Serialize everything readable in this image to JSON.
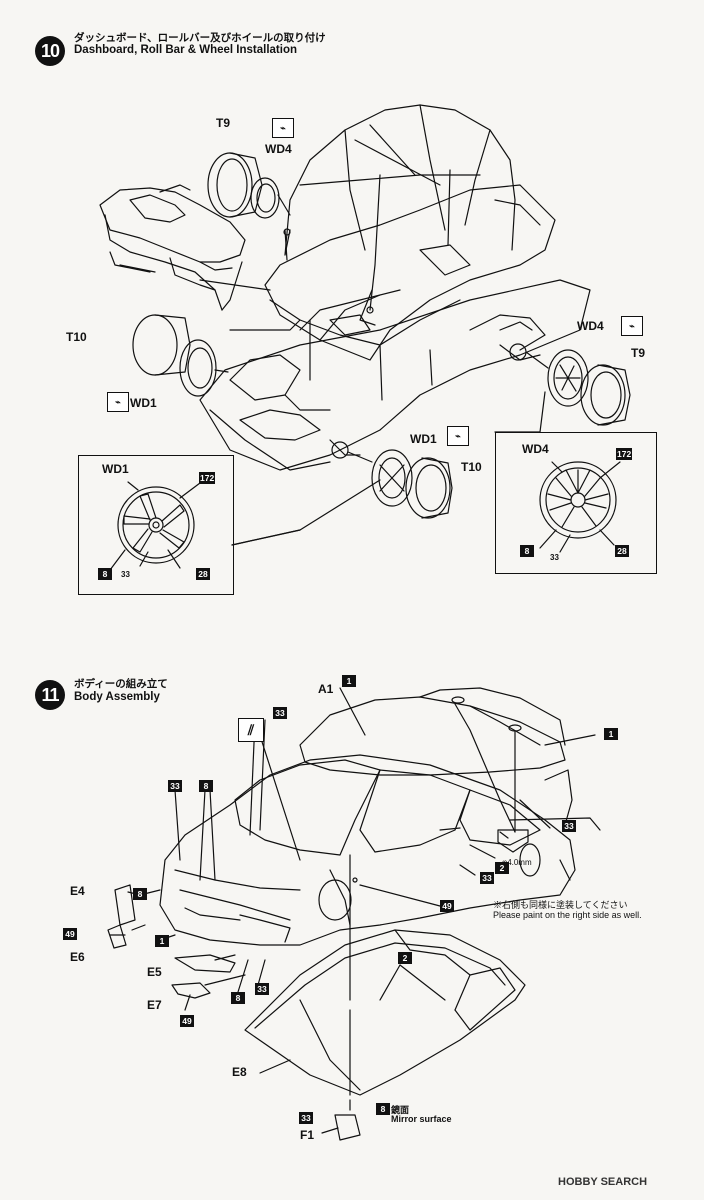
{
  "step10": {
    "number": "10",
    "title_jp": "ダッシュボード、ロールバー及びホイールの取り付け",
    "title_en": "Dashboard, Roll Bar & Wheel Installation",
    "labels": {
      "t9_top": "T9",
      "wd4_top": "WD4",
      "t10_left": "T10",
      "wd1_left": "WD1",
      "wd4_right": "WD4",
      "t9_right": "T9",
      "wd1_mid": "WD1",
      "t10_mid": "T10"
    },
    "detail_left": {
      "part": "WD1",
      "c1": "172",
      "c2": "8",
      "c3": "33",
      "c4": "28"
    },
    "detail_right": {
      "part": "WD4",
      "c1": "172",
      "c2": "8",
      "c3": "33",
      "c4": "28"
    }
  },
  "step11": {
    "number": "11",
    "title_jp": "ボディーの組み立て",
    "title_en": "Body Assembly",
    "labels": {
      "a1": "A1",
      "e4": "E4",
      "e6": "E6",
      "e5": "E5",
      "e7": "E7",
      "e8": "E8",
      "f1": "F1"
    },
    "codes": {
      "c1_top": "1",
      "c1_right": "1",
      "c33_stripe": "33",
      "c33_left": "33",
      "c8_left": "8",
      "c8_e4": "8",
      "c49_e6": "49",
      "c1_front": "1",
      "c8_lamp": "8",
      "c33_lamp": "33",
      "c49_e7": "49",
      "c33_roofhole": "33",
      "c2_body": "2",
      "c33_body": "33",
      "c49_body": "49",
      "c2_glass": "2",
      "c33_f1": "33",
      "c8_f1": "8"
    },
    "drill": "φ4.0mm",
    "note_jp": "※右側も同様に塗装してください",
    "note_en": "Please paint on the right side as well.",
    "mirror_jp": "鏡面",
    "mirror_en": "Mirror surface"
  },
  "watermark": "HOBBY SEARCH"
}
